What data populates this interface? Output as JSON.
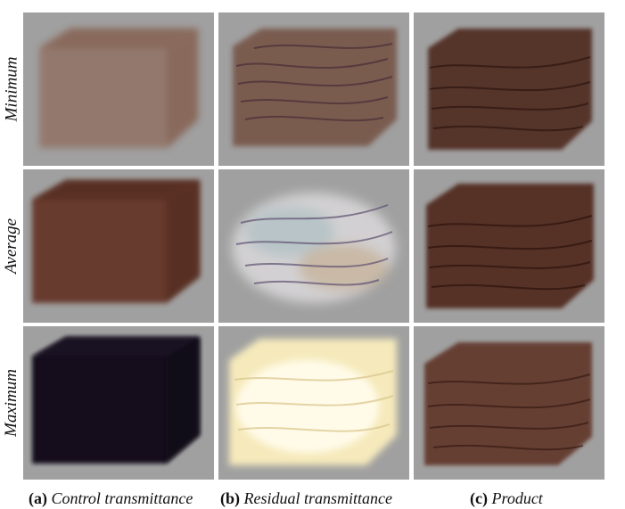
{
  "rows": [
    {
      "label": "Minimum"
    },
    {
      "label": "Average"
    },
    {
      "label": "Maximum"
    }
  ],
  "columns": [
    {
      "tag": "(a)",
      "caption": "Control transmittance"
    },
    {
      "tag": "(b)",
      "caption": "Residual transmittance"
    },
    {
      "tag": "(c)",
      "caption": "Product"
    }
  ],
  "colors": {
    "cell_background": "#a0a0a0",
    "control_min": "#8a5a44",
    "control_avg": "#5e2c1c",
    "control_max": "#15101d",
    "residual_min": "#5a3424",
    "residual_avg": "#c8c6c8",
    "residual_max": "#fbf4d2",
    "product_min": "#3a1a10",
    "product_avg": "#3e1c12",
    "product_max": "#4a2416"
  }
}
